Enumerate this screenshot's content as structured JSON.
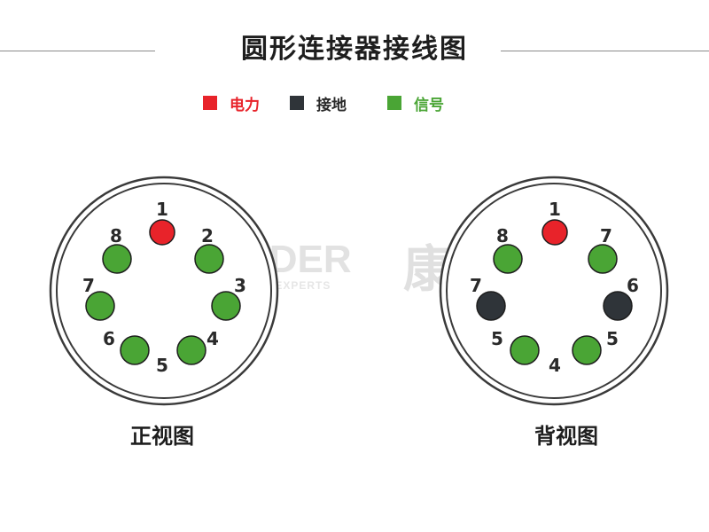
{
  "title": "圆形连接器接线图",
  "legend": [
    {
      "label": "电力",
      "color": "#e8232a",
      "text_color": "#e8232a"
    },
    {
      "label": "接地",
      "color": "#2f3439",
      "text_color": "#2a2a2a"
    },
    {
      "label": "信号",
      "color": "#4aa535",
      "text_color": "#4aa535"
    }
  ],
  "watermark": {
    "brand": "CONNODER",
    "tagline": "RELIABLE CONNECTION EXPERTS",
    "chinese": "康诺德"
  },
  "views": [
    {
      "label": "正视图",
      "pins": [
        {
          "number": "1",
          "type": "power"
        },
        {
          "number": "2",
          "type": "signal"
        },
        {
          "number": "3",
          "type": "signal"
        },
        {
          "number": "4",
          "type": "signal"
        },
        {
          "number": "5",
          "type": "signal"
        },
        {
          "number": "6",
          "type": "signal"
        },
        {
          "number": "7",
          "type": "signal"
        },
        {
          "number": "8",
          "type": "signal"
        }
      ]
    },
    {
      "label": "背视图",
      "pins": [
        {
          "number": "1",
          "type": "power"
        },
        {
          "number": "7",
          "type": "signal"
        },
        {
          "number": "6",
          "type": "ground"
        },
        {
          "number": "5",
          "type": "signal"
        },
        {
          "number": "4",
          "type": "signal"
        },
        {
          "number": "5",
          "type": "signal"
        },
        {
          "number": "7",
          "type": "ground"
        },
        {
          "number": "8",
          "type": "signal"
        }
      ]
    }
  ],
  "pin_colors": {
    "power": "#e8232a",
    "ground": "#2f3439",
    "signal": "#4aa535"
  }
}
